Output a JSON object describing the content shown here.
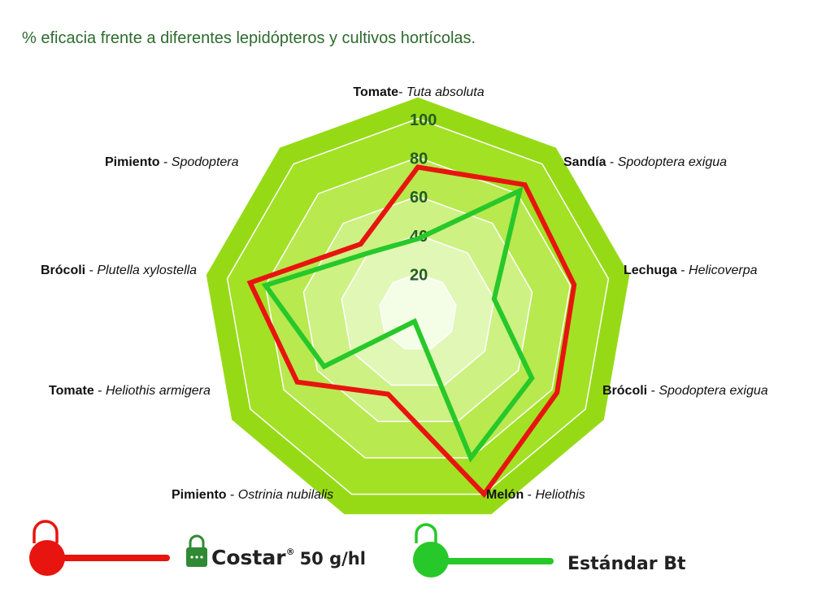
{
  "title": "% eficacia frente a diferentes lepidópteros y cultivos hortícolas.",
  "colors": {
    "series_costar": "#e8140f",
    "series_bt": "#27c829",
    "ring_outer": "#9fe019",
    "ring_inner": "#f4fde6",
    "title": "#2e6b2e",
    "tick": "#245c24"
  },
  "chart_data": {
    "type": "radar",
    "title": "% eficacia frente a diferentes lepidópteros y cultivos hortícolas.",
    "categories": [
      {
        "crop": "Tomate",
        "sep": "- ",
        "pest": "Tuta absoluta"
      },
      {
        "crop": "Sandía",
        "sep": " - ",
        "pest": "Spodoptera exigua"
      },
      {
        "crop": "Lechuga",
        "sep": " - ",
        "pest": "Helicoverpa"
      },
      {
        "crop": "Brócoli",
        "sep": " - ",
        "pest": "Spodoptera exigua"
      },
      {
        "crop": "Melón",
        "sep": " - ",
        "pest": "Heliothis"
      },
      {
        "crop": "Pimiento",
        "sep": " - ",
        "pest": "Ostrinia nubilalis"
      },
      {
        "crop": "Tomate",
        "sep": " - ",
        "pest": "Heliothis armigera"
      },
      {
        "crop": "Brócoli",
        "sep": " - ",
        "pest": "Plutella xylostella"
      },
      {
        "crop": "Pimiento",
        "sep": " - ",
        "pest": "Spodoptera"
      }
    ],
    "r_ticks": [
      "20",
      "40",
      "60",
      "80",
      "100"
    ],
    "r_range": [
      0,
      100
    ],
    "series": [
      {
        "values": [
          75,
          86,
          82,
          83,
          100,
          45,
          72,
          88,
          46
        ]
      },
      {
        "values": [
          38,
          82,
          40,
          68,
          80,
          5,
          56,
          80,
          40
        ]
      }
    ]
  },
  "legend": [
    {
      "label": "Costar",
      "mark": "®",
      "dose": "50 g/hl"
    },
    {
      "label": "Estándar Bt"
    }
  ]
}
